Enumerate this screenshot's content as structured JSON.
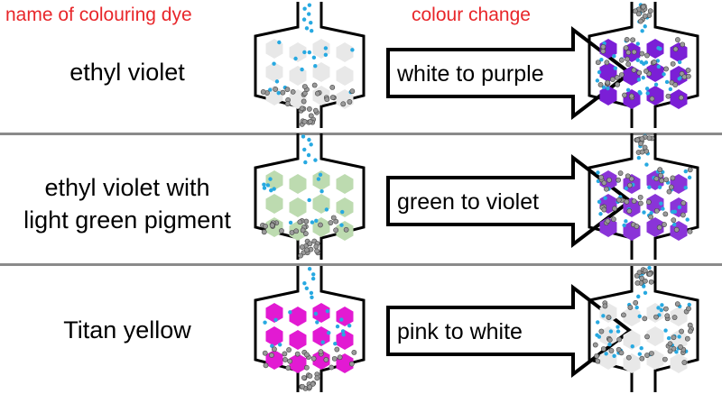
{
  "header": {
    "dye_column": "name of colouring dye",
    "change_column": "colour change"
  },
  "rows": [
    {
      "dye_lines": [
        "ethyl violet"
      ],
      "change": "white to purple",
      "before_color": "#e8e8e8",
      "after_color": "#7b1fd6"
    },
    {
      "dye_lines": [
        "ethyl violet with",
        "light  green pigment"
      ],
      "change": "green to violet",
      "before_color": "#bddbb0",
      "after_color": "#8a34d8"
    },
    {
      "dye_lines": [
        "Titan yellow"
      ],
      "change": "pink to white",
      "before_color": "#e21ad2",
      "after_color": "#e8e8e8"
    }
  ],
  "colors": {
    "header_text": "#e8262a",
    "separator": "#8a8a8a",
    "water_dot": "#27a9e1",
    "pellet_dot": "#9a9a9a"
  }
}
